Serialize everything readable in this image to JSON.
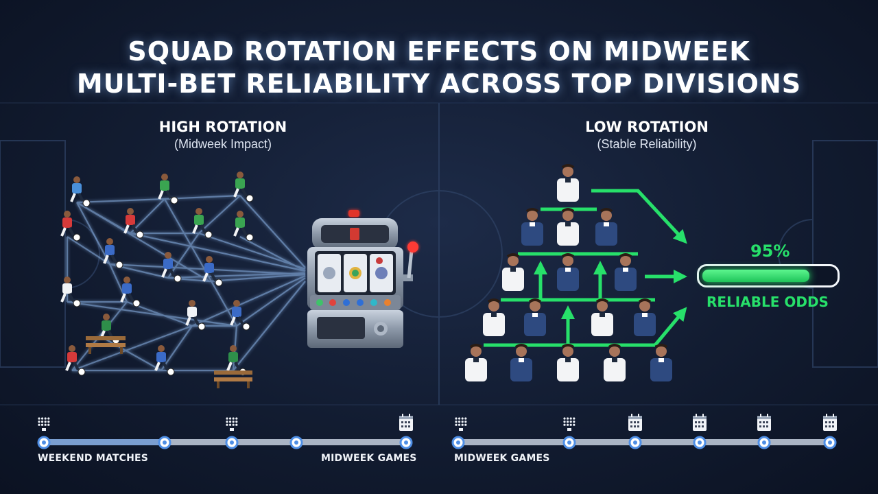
{
  "title": {
    "line1": "SQUAD ROTATION EFFECTS ON MIDWEEK",
    "line2": "MULTI-BET RELIABILITY ACROSS TOP DIVISIONS"
  },
  "left_panel": {
    "heading": "HIGH ROTATION",
    "subheading": "(Midweek Impact)"
  },
  "right_panel": {
    "heading": "LOW ROTATION",
    "subheading": "(Stable Reliability)",
    "reliability_value": 0.95,
    "reliability_text": "95%",
    "reliability_label": "RELIABLE ODDS"
  },
  "left_timeline": {
    "start_label": "WEEKEND MATCHES",
    "end_label": "MIDWEEK GAMES"
  },
  "right_timeline": {
    "start_label": "MIDWEEK GAMES"
  },
  "colors": {
    "accent_green": "#27e06a",
    "glow_blue": "#8fc4ff",
    "kit_navy": "#2e4a80",
    "kit_white": "#f3f4f6"
  },
  "icons": [
    "player-icon",
    "bench-icon",
    "slot-machine-icon",
    "calendar-icon",
    "arrow-icon"
  ]
}
